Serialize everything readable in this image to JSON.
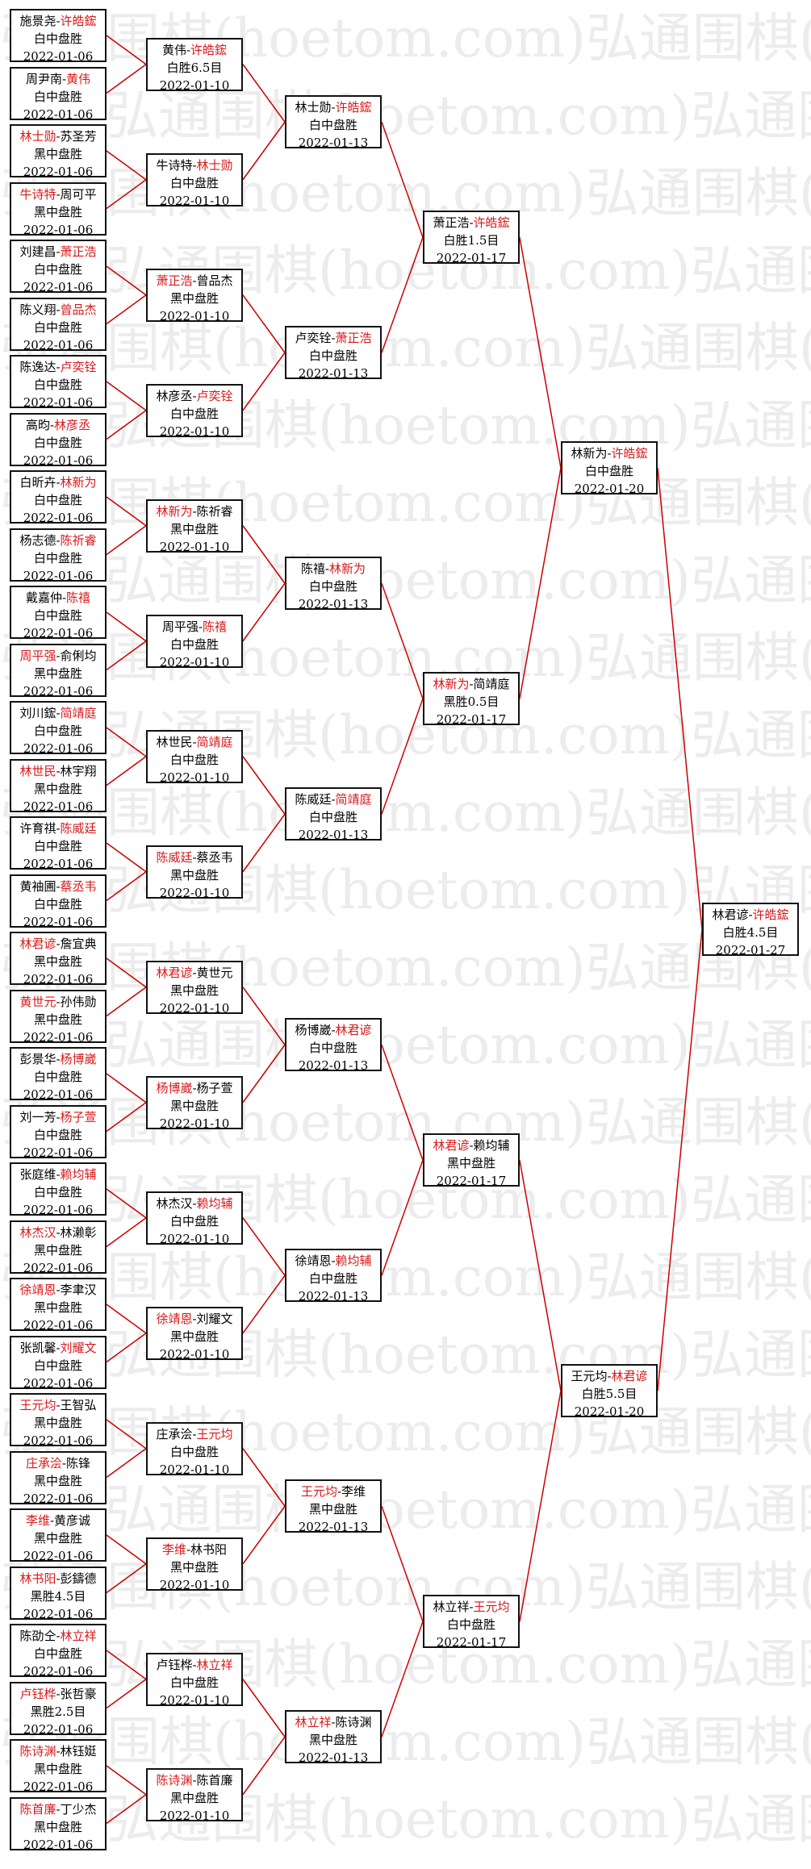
{
  "watermark": "弘通围棋(hoetom.com)",
  "colors": {
    "line": "#cc0000",
    "winner": "#d8191b",
    "border": "#111111",
    "watermark": "#ececec"
  },
  "rounds": [
    [
      {
        "a": "施景尧",
        "b": "许皓鋐",
        "win": "b",
        "res": "白中盘胜",
        "date": "2022-01-06"
      },
      {
        "a": "周尹南",
        "b": "黄伟",
        "win": "b",
        "res": "白中盘胜",
        "date": "2022-01-06"
      },
      {
        "a": "林士勋",
        "b": "苏圣芳",
        "win": "a",
        "res": "黑中盘胜",
        "date": "2022-01-06"
      },
      {
        "a": "牛诗特",
        "b": "周可平",
        "win": "a",
        "res": "黑中盘胜",
        "date": "2022-01-06"
      },
      {
        "a": "刘建昌",
        "b": "萧正浩",
        "win": "b",
        "res": "白中盘胜",
        "date": "2022-01-06"
      },
      {
        "a": "陈义翔",
        "b": "曾品杰",
        "win": "b",
        "res": "白中盘胜",
        "date": "2022-01-06"
      },
      {
        "a": "陈逸达",
        "b": "卢奕铨",
        "win": "b",
        "res": "白中盘胜",
        "date": "2022-01-06"
      },
      {
        "a": "高昀",
        "b": "林彦丞",
        "win": "b",
        "res": "白中盘胜",
        "date": "2022-01-06"
      },
      {
        "a": "白昕卉",
        "b": "林新为",
        "win": "b",
        "res": "白中盘胜",
        "date": "2022-01-06"
      },
      {
        "a": "杨志德",
        "b": "陈祈睿",
        "win": "b",
        "res": "白中盘胜",
        "date": "2022-01-06"
      },
      {
        "a": "戴嘉仲",
        "b": "陈禧",
        "win": "b",
        "res": "白中盘胜",
        "date": "2022-01-06"
      },
      {
        "a": "周平强",
        "b": "俞俐均",
        "win": "a",
        "res": "黑中盘胜",
        "date": "2022-01-06"
      },
      {
        "a": "刘川鋐",
        "b": "简靖庭",
        "win": "b",
        "res": "白中盘胜",
        "date": "2022-01-06"
      },
      {
        "a": "林世民",
        "b": "林宇翔",
        "win": "a",
        "res": "黑中盘胜",
        "date": "2022-01-06"
      },
      {
        "a": "许育祺",
        "b": "陈威廷",
        "win": "b",
        "res": "白中盘胜",
        "date": "2022-01-06"
      },
      {
        "a": "黄袖圃",
        "b": "蔡丞韦",
        "win": "b",
        "res": "白中盘胜",
        "date": "2022-01-06"
      },
      {
        "a": "林君谚",
        "b": "詹宜典",
        "win": "a",
        "res": "黑中盘胜",
        "date": "2022-01-06"
      },
      {
        "a": "黄世元",
        "b": "孙伟勋",
        "win": "a",
        "res": "黑中盘胜",
        "date": "2022-01-06"
      },
      {
        "a": "彭景华",
        "b": "杨博崴",
        "win": "b",
        "res": "白中盘胜",
        "date": "2022-01-06"
      },
      {
        "a": "刘一芳",
        "b": "杨子萱",
        "win": "b",
        "res": "白中盘胜",
        "date": "2022-01-06"
      },
      {
        "a": "张庭维",
        "b": "赖均辅",
        "win": "b",
        "res": "白中盘胜",
        "date": "2022-01-06"
      },
      {
        "a": "林杰汉",
        "b": "林濑彰",
        "win": "a",
        "res": "黑中盘胜",
        "date": "2022-01-06"
      },
      {
        "a": "徐靖恩",
        "b": "李聿汉",
        "win": "a",
        "res": "黑中盘胜",
        "date": "2022-01-06"
      },
      {
        "a": "张凯馨",
        "b": "刘耀文",
        "win": "b",
        "res": "白中盘胜",
        "date": "2022-01-06"
      },
      {
        "a": "王元均",
        "b": "王智弘",
        "win": "a",
        "res": "黑中盘胜",
        "date": "2022-01-06"
      },
      {
        "a": "庄承浍",
        "b": "陈锋",
        "win": "a",
        "res": "黑中盘胜",
        "date": "2022-01-06"
      },
      {
        "a": "李维",
        "b": "黄彦诚",
        "win": "a",
        "res": "黑中盘胜",
        "date": "2022-01-06"
      },
      {
        "a": "林书阳",
        "b": "彭鑄德",
        "win": "a",
        "res": "黑胜4.5目",
        "date": "2022-01-06"
      },
      {
        "a": "陈劭仝",
        "b": "林立祥",
        "win": "b",
        "res": "白中盘胜",
        "date": "2022-01-06"
      },
      {
        "a": "卢钰桦",
        "b": "张哲豪",
        "win": "a",
        "res": "黑胜2.5目",
        "date": "2022-01-06"
      },
      {
        "a": "陈诗渊",
        "b": "林钰娗",
        "win": "a",
        "res": "黑中盘胜",
        "date": "2022-01-06"
      },
      {
        "a": "陈首廉",
        "b": "丁少杰",
        "win": "a",
        "res": "黑中盘胜",
        "date": "2022-01-06"
      }
    ],
    [
      {
        "a": "黄伟",
        "b": "许皓鋐",
        "win": "b",
        "res": "白胜6.5目",
        "date": "2022-01-10"
      },
      {
        "a": "牛诗特",
        "b": "林士勋",
        "win": "b",
        "res": "白中盘胜",
        "date": "2022-01-10"
      },
      {
        "a": "萧正浩",
        "b": "曾品杰",
        "win": "a",
        "res": "黑中盘胜",
        "date": "2022-01-10"
      },
      {
        "a": "林彦丞",
        "b": "卢奕铨",
        "win": "b",
        "res": "白中盘胜",
        "date": "2022-01-10"
      },
      {
        "a": "林新为",
        "b": "陈祈睿",
        "win": "a",
        "res": "黑中盘胜",
        "date": "2022-01-10"
      },
      {
        "a": "周平强",
        "b": "陈禧",
        "win": "b",
        "res": "白中盘胜",
        "date": "2022-01-10"
      },
      {
        "a": "林世民",
        "b": "简靖庭",
        "win": "b",
        "res": "白中盘胜",
        "date": "2022-01-10"
      },
      {
        "a": "陈威廷",
        "b": "蔡丞韦",
        "win": "a",
        "res": "黑中盘胜",
        "date": "2022-01-10"
      },
      {
        "a": "林君谚",
        "b": "黄世元",
        "win": "a",
        "res": "黑中盘胜",
        "date": "2022-01-10"
      },
      {
        "a": "杨博崴",
        "b": "杨子萱",
        "win": "a",
        "res": "黑中盘胜",
        "date": "2022-01-10"
      },
      {
        "a": "林杰汉",
        "b": "赖均辅",
        "win": "b",
        "res": "白中盘胜",
        "date": "2022-01-10"
      },
      {
        "a": "徐靖恩",
        "b": "刘耀文",
        "win": "a",
        "res": "黑中盘胜",
        "date": "2022-01-10"
      },
      {
        "a": "庄承浍",
        "b": "王元均",
        "win": "b",
        "res": "白中盘胜",
        "date": "2022-01-10"
      },
      {
        "a": "李维",
        "b": "林书阳",
        "win": "a",
        "res": "黑中盘胜",
        "date": "2022-01-10"
      },
      {
        "a": "卢钰桦",
        "b": "林立祥",
        "win": "b",
        "res": "白中盘胜",
        "date": "2022-01-10"
      },
      {
        "a": "陈诗渊",
        "b": "陈首廉",
        "win": "a",
        "res": "黑中盘胜",
        "date": "2022-01-10"
      }
    ],
    [
      {
        "a": "林士勋",
        "b": "许皓鋐",
        "win": "b",
        "res": "白中盘胜",
        "date": "2022-01-13"
      },
      {
        "a": "卢奕铨",
        "b": "萧正浩",
        "win": "b",
        "res": "白中盘胜",
        "date": "2022-01-13"
      },
      {
        "a": "陈禧",
        "b": "林新为",
        "win": "b",
        "res": "白中盘胜",
        "date": "2022-01-13"
      },
      {
        "a": "陈威廷",
        "b": "简靖庭",
        "win": "b",
        "res": "白中盘胜",
        "date": "2022-01-13"
      },
      {
        "a": "杨博崴",
        "b": "林君谚",
        "win": "b",
        "res": "白中盘胜",
        "date": "2022-01-13"
      },
      {
        "a": "徐靖恩",
        "b": "赖均辅",
        "win": "b",
        "res": "白中盘胜",
        "date": "2022-01-13"
      },
      {
        "a": "王元均",
        "b": "李维",
        "win": "a",
        "res": "黑中盘胜",
        "date": "2022-01-13"
      },
      {
        "a": "林立祥",
        "b": "陈诗渊",
        "win": "a",
        "res": "黑中盘胜",
        "date": "2022-01-13"
      }
    ],
    [
      {
        "a": "萧正浩",
        "b": "许皓鋐",
        "win": "b",
        "res": "白胜1.5目",
        "date": "2022-01-17"
      },
      {
        "a": "林新为",
        "b": "简靖庭",
        "win": "a",
        "res": "黑胜0.5目",
        "date": "2022-01-17"
      },
      {
        "a": "林君谚",
        "b": "赖均辅",
        "win": "a",
        "res": "黑中盘胜",
        "date": "2022-01-17"
      },
      {
        "a": "林立祥",
        "b": "王元均",
        "win": "b",
        "res": "白中盘胜",
        "date": "2022-01-17"
      }
    ],
    [
      {
        "a": "林新为",
        "b": "许皓鋐",
        "win": "b",
        "res": "白中盘胜",
        "date": "2022-01-20"
      },
      {
        "a": "王元均",
        "b": "林君谚",
        "win": "b",
        "res": "白胜5.5目",
        "date": "2022-01-20"
      }
    ],
    [
      {
        "a": "林君谚",
        "b": "许皓鋐",
        "win": "b",
        "res": "白胜4.5目",
        "date": "2022-01-27"
      }
    ]
  ]
}
